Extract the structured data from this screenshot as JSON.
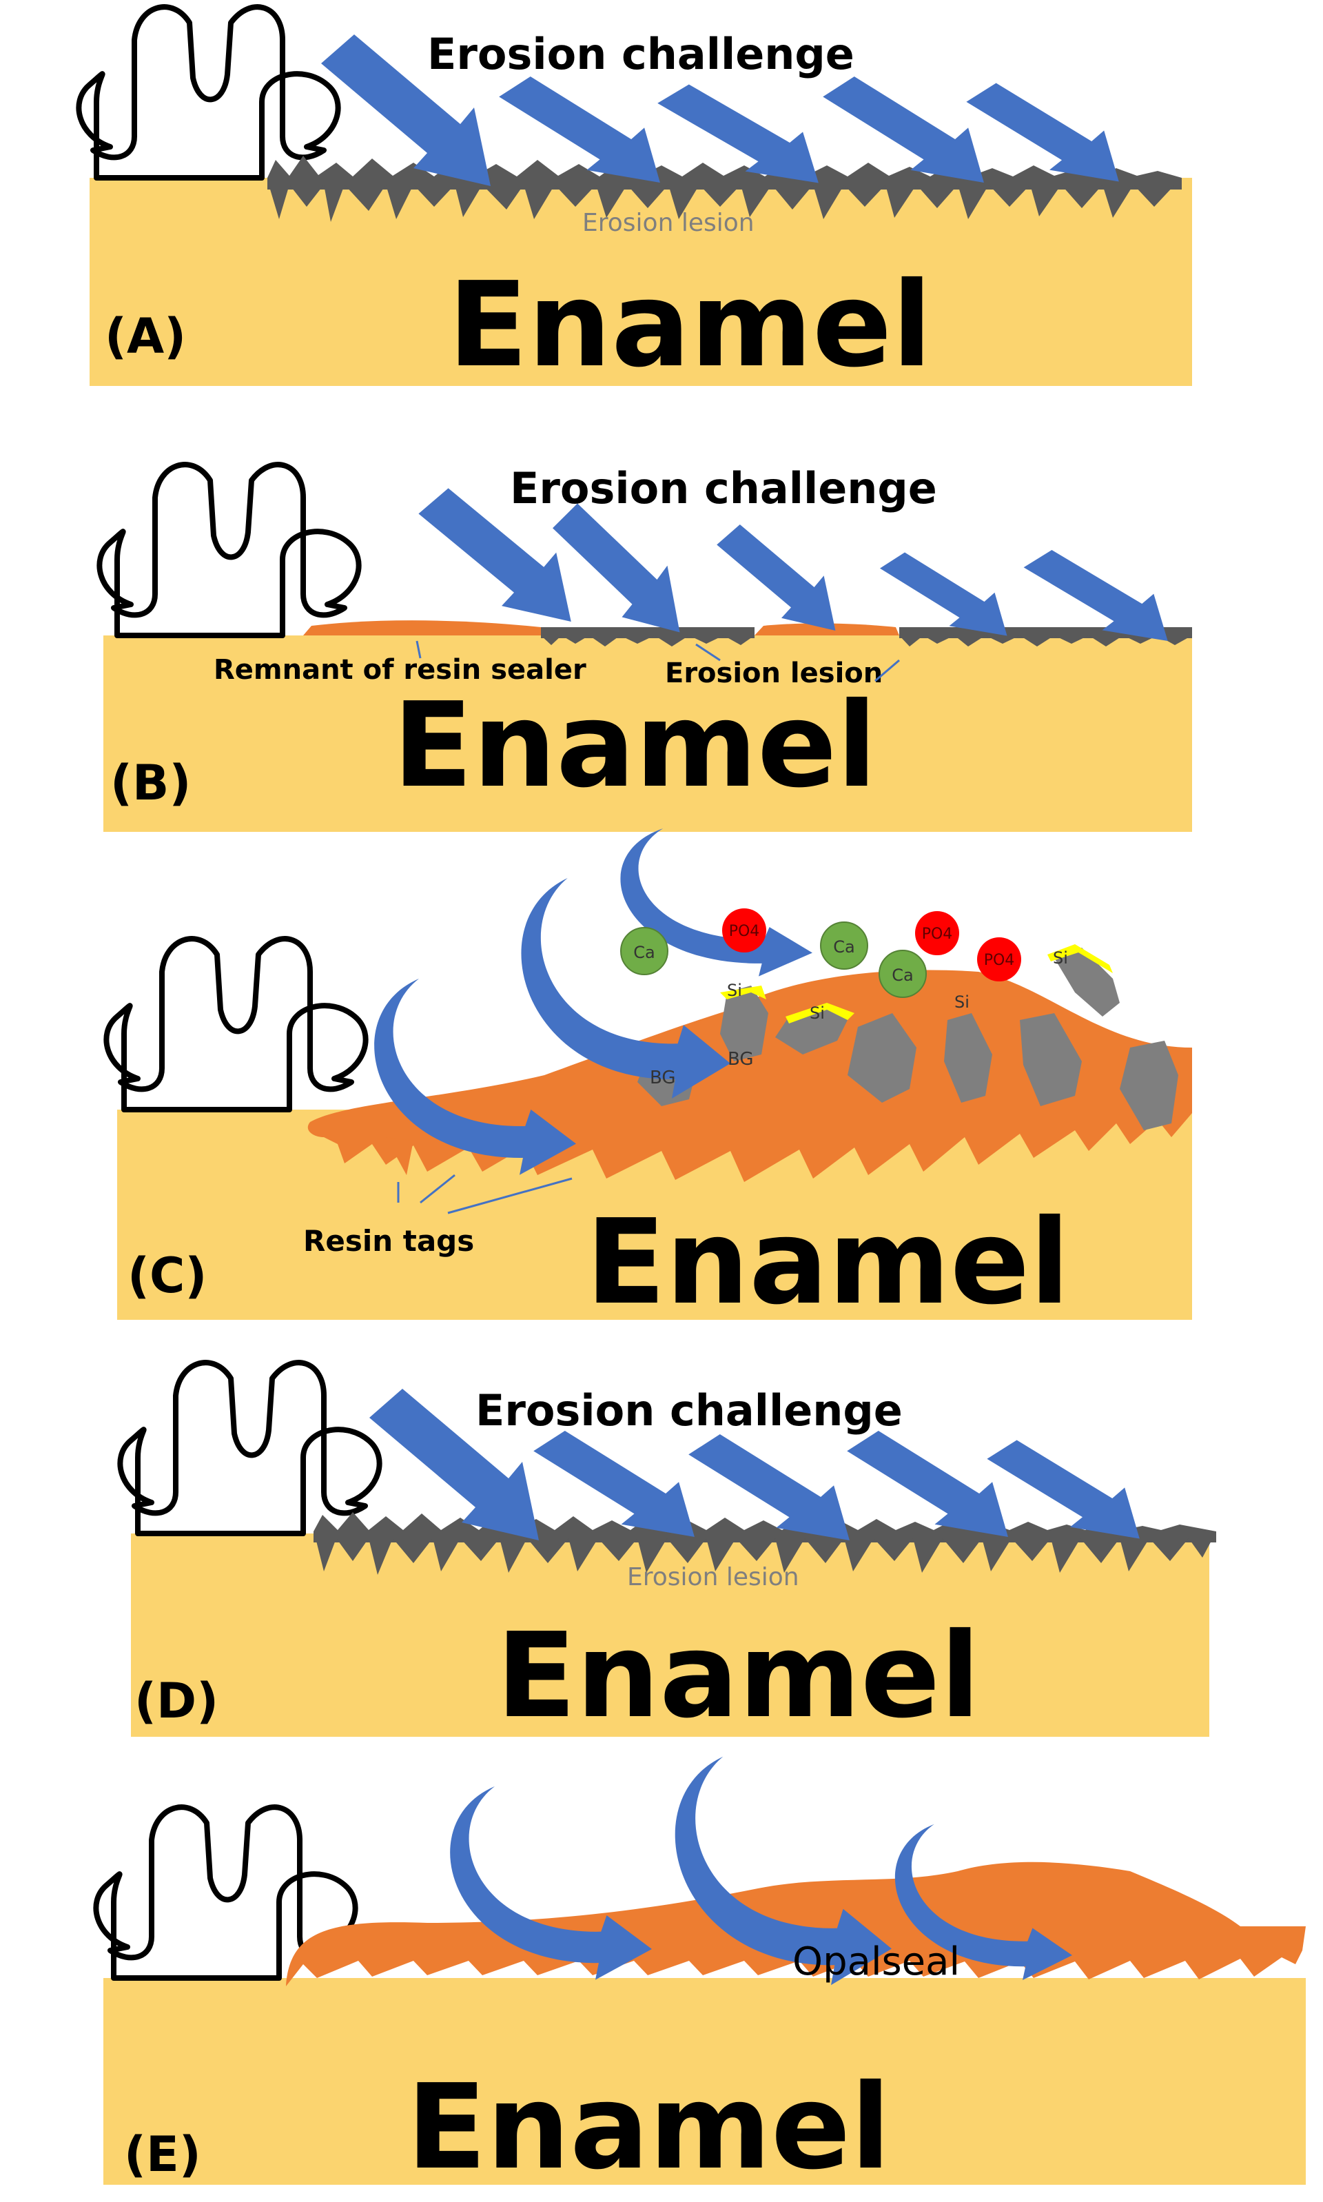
{
  "colors": {
    "enamel": "#fbd46f",
    "resin": "#ed7d31",
    "arrow": "#4472c4",
    "arrow_dark": "#2f5597",
    "lesion": "#595959",
    "bioglass": "#7f7f7f",
    "calcium": "#70ad47",
    "phosphate": "#ff0000",
    "silicon": "#ffff00"
  },
  "panels": {
    "a": {
      "label": "(A)",
      "enamel": "Enamel",
      "challenge": "Erosion challenge",
      "lesion": "Erosion lesion"
    },
    "b": {
      "label": "(B)",
      "enamel": "Enamel",
      "challenge": "Erosion challenge",
      "remnant": "Remnant of resin sealer",
      "lesion": "Erosion lesion"
    },
    "c": {
      "label": "(C)",
      "enamel": "Enamel",
      "resin_tags": "Resin tags",
      "ions": {
        "calcium": "Ca",
        "phosphate": "PO4",
        "silicon": "Si",
        "bioactive_glass": "BG"
      }
    },
    "d": {
      "label": "(D)",
      "enamel": "Enamel",
      "challenge": "Erosion challenge",
      "lesion": "Erosion lesion"
    },
    "e": {
      "label": "(E)",
      "enamel": "Enamel",
      "sealant": "Opalseal"
    }
  }
}
